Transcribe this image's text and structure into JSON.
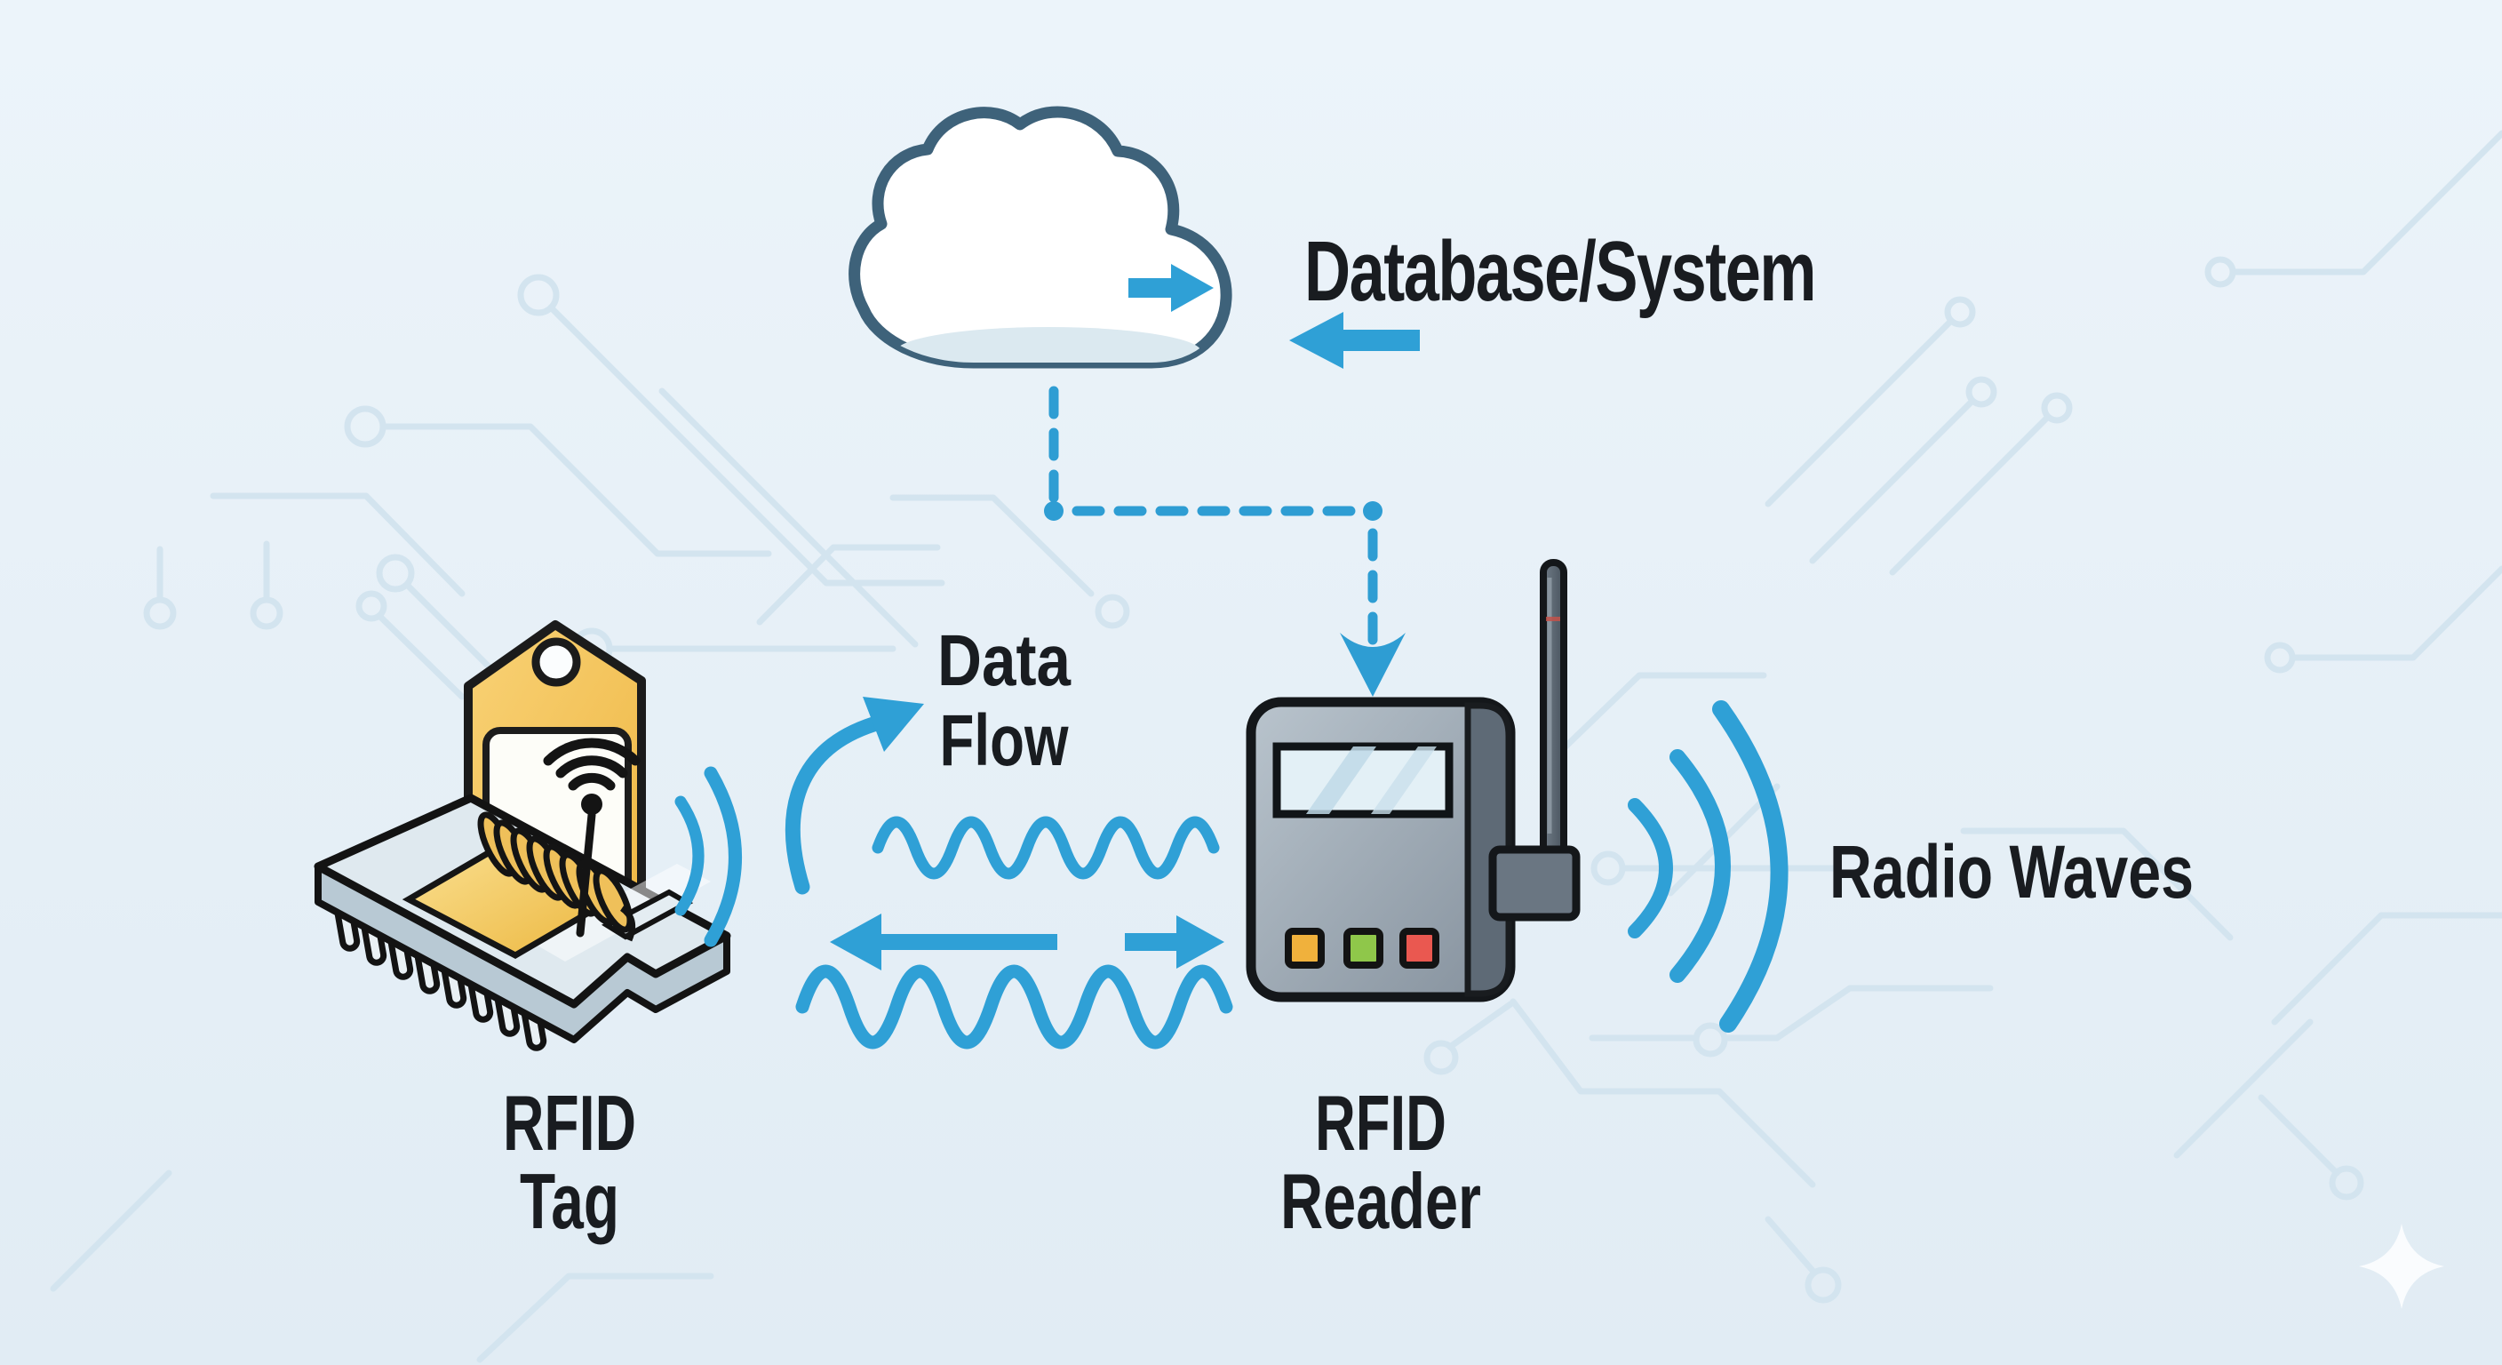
{
  "diagram": {
    "nodes": {
      "database": {
        "label": "Database/System"
      },
      "tag": {
        "label_line1": "RFID",
        "label_line2": "Tag"
      },
      "reader": {
        "label_line1": "RFID",
        "label_line2": "Reader"
      }
    },
    "annotations": {
      "data_flow_line1": "Data",
      "data_flow_line2": "Flow",
      "radio_waves": "Radio Waves"
    }
  },
  "colors": {
    "background": "#e8f1f8",
    "circuit_trace": "#d3e4ef",
    "accent_blue": "#2fa0d6",
    "outline_dark": "#14171a",
    "cloud_outline": "#3e627a",
    "tag_yellow": "#f3c053",
    "chip_gray": "#dfe9ef",
    "reader_gray": "#98a4b0",
    "reader_side": "#5e6a76",
    "button_yellow": "#f0b13c",
    "button_green": "#8fc74a",
    "button_red": "#ea5850",
    "text_black": "#191c20"
  },
  "icons": [
    "cloud-icon",
    "cloud-output-arrow-icon",
    "cloud-input-arrow-icon",
    "dashed-connector",
    "down-arrowhead-icon",
    "rfid-tag-icon",
    "tag-hole",
    "wifi-icon",
    "chip-icon",
    "coil-icon",
    "tag-signal-arcs-icon",
    "curved-arrow-icon",
    "wave-line-top",
    "wave-line-bottom",
    "left-arrow-icon",
    "right-arrow-icon",
    "rfid-reader-icon",
    "reader-screen",
    "reader-buttons",
    "antenna-icon",
    "antenna-mount",
    "radio-wave-arcs-icon",
    "circuit-pattern",
    "sparkle-icon"
  ]
}
